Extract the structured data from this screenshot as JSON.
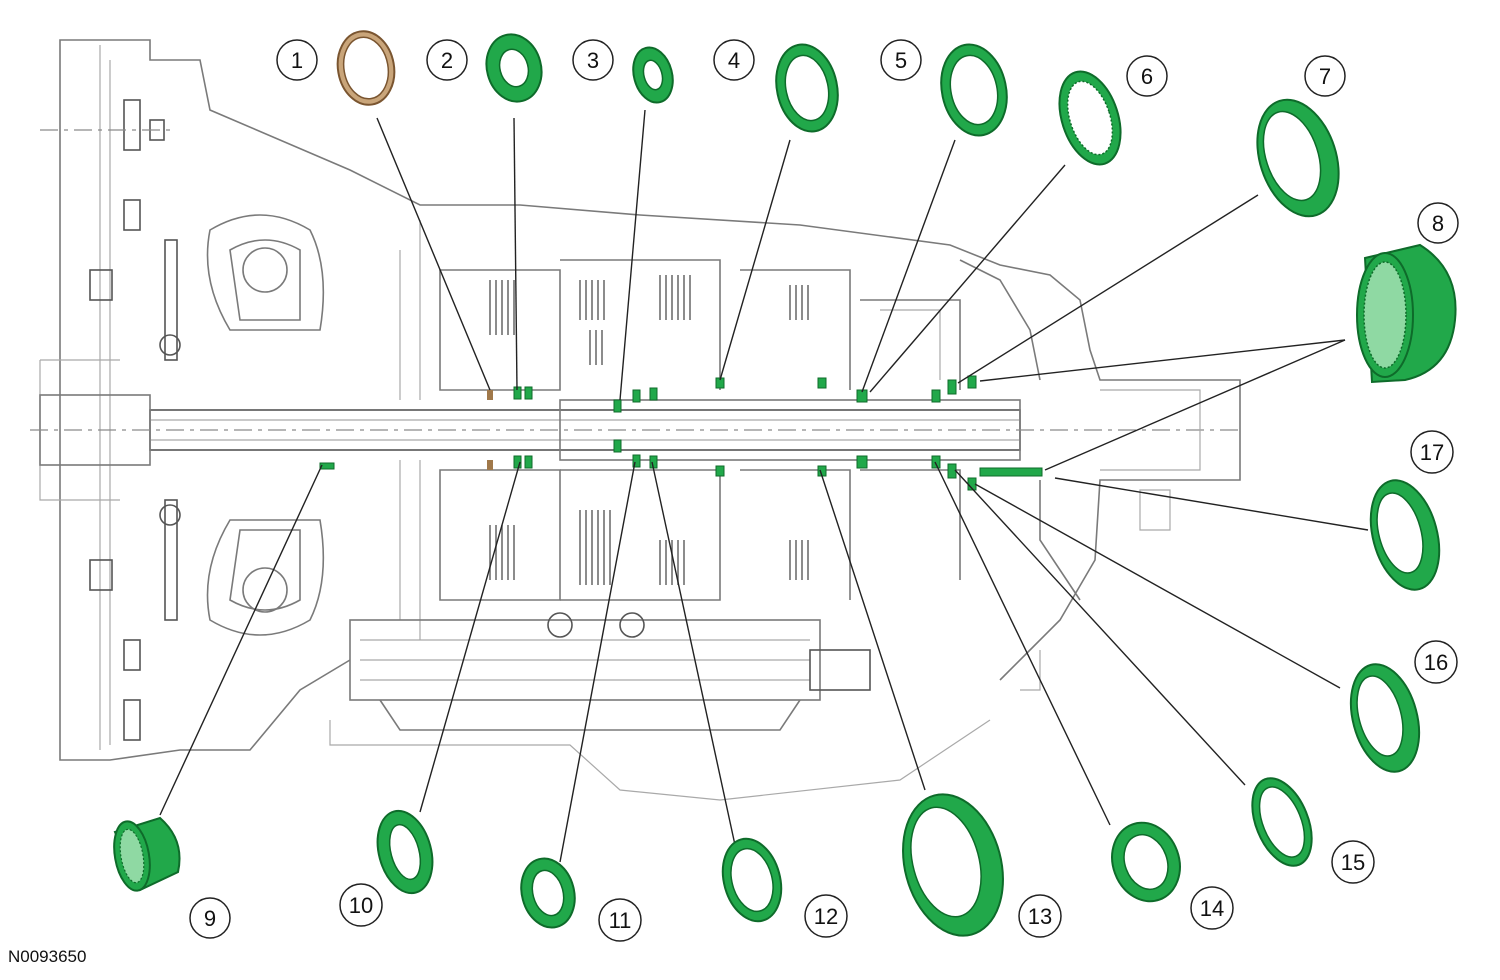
{
  "figure_id": "N0093650",
  "callouts": [
    "1",
    "2",
    "3",
    "4",
    "5",
    "6",
    "7",
    "8",
    "9",
    "10",
    "11",
    "12",
    "13",
    "14",
    "15",
    "16",
    "17"
  ],
  "colors": {
    "bearing_green": "#21a84a",
    "bearing_green_dark": "#0e6b2a",
    "washer_bronze": "#a0784a",
    "linework_gray": "#7a7a7a"
  }
}
